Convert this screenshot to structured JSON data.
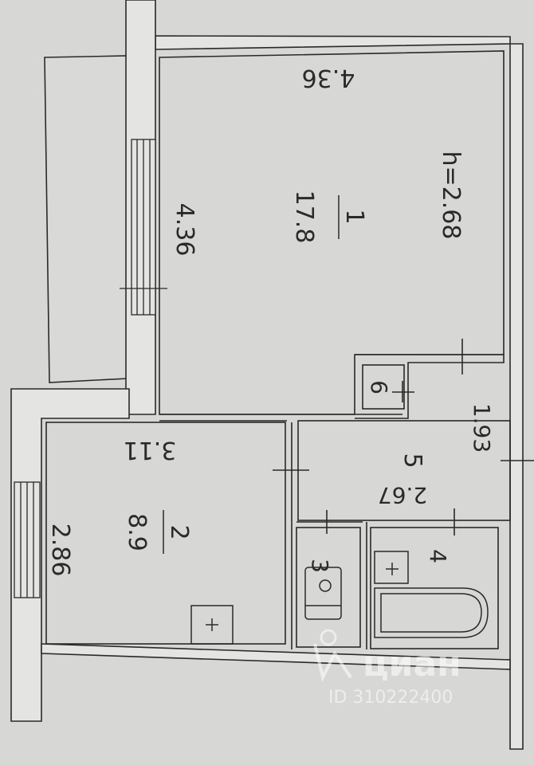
{
  "plan": {
    "ceiling_height": "h=2.68",
    "rooms": [
      {
        "number": "1",
        "area": "17.8",
        "width": "4.36",
        "length": "4.36"
      },
      {
        "number": "2",
        "area": "8.9",
        "width": "3.11",
        "length": "2.86"
      },
      {
        "number": "3"
      },
      {
        "number": "4"
      },
      {
        "number": "5",
        "width": "2.67",
        "length": "1.93"
      },
      {
        "number": "6"
      }
    ]
  },
  "watermark": {
    "brand": "циан",
    "id": "ID 310222400"
  },
  "colors": {
    "paper": "#d7d7d5",
    "wall": "#e4e4e2",
    "line": "#2a2a2a"
  }
}
